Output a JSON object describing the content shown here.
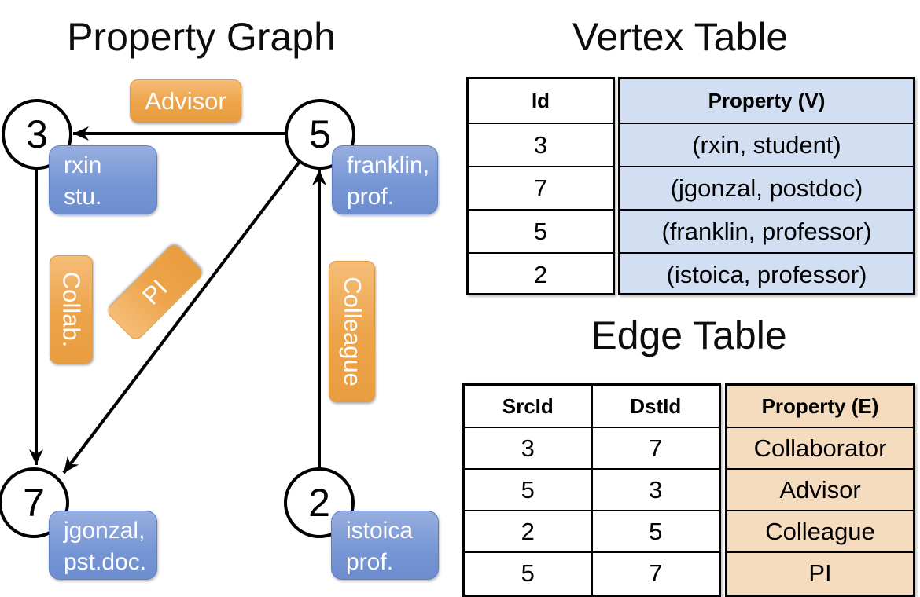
{
  "titles": {
    "graph": "Property Graph",
    "vertex_table": "Vertex Table",
    "edge_table": "Edge Table"
  },
  "graph": {
    "nodes": [
      {
        "id": "3",
        "label_line1": "rxin",
        "label_line2": "stu."
      },
      {
        "id": "5",
        "label_line1": "franklin,",
        "label_line2": "prof."
      },
      {
        "id": "7",
        "label_line1": "jgonzal,",
        "label_line2": "pst.doc."
      },
      {
        "id": "2",
        "label_line1": "istoica",
        "label_line2": "prof."
      }
    ],
    "edge_labels": {
      "advisor": "Advisor",
      "collab": "Collab.",
      "pi": "PI",
      "colleague": "Colleague"
    }
  },
  "vertex_table": {
    "headers": {
      "id": "Id",
      "property": "Property (V)"
    },
    "rows": [
      {
        "id": "3",
        "property": "(rxin, student)"
      },
      {
        "id": "7",
        "property": "(jgonzal, postdoc)"
      },
      {
        "id": "5",
        "property": "(franklin, professor)"
      },
      {
        "id": "2",
        "property": "(istoica, professor)"
      }
    ]
  },
  "edge_table": {
    "headers": {
      "src": "SrcId",
      "dst": "DstId",
      "property": "Property (E)"
    },
    "rows": [
      {
        "src": "3",
        "dst": "7",
        "property": "Collaborator"
      },
      {
        "src": "5",
        "dst": "3",
        "property": "Advisor"
      },
      {
        "src": "2",
        "dst": "5",
        "property": "Colleague"
      },
      {
        "src": "5",
        "dst": "7",
        "property": "PI"
      }
    ]
  },
  "colors": {
    "edge_label_orange": "#eda348",
    "vertex_label_blue": "#7d99d6",
    "vertex_property_bg": "#d2dff2",
    "edge_property_bg": "#f5dcbe",
    "line_black": "#000000"
  }
}
